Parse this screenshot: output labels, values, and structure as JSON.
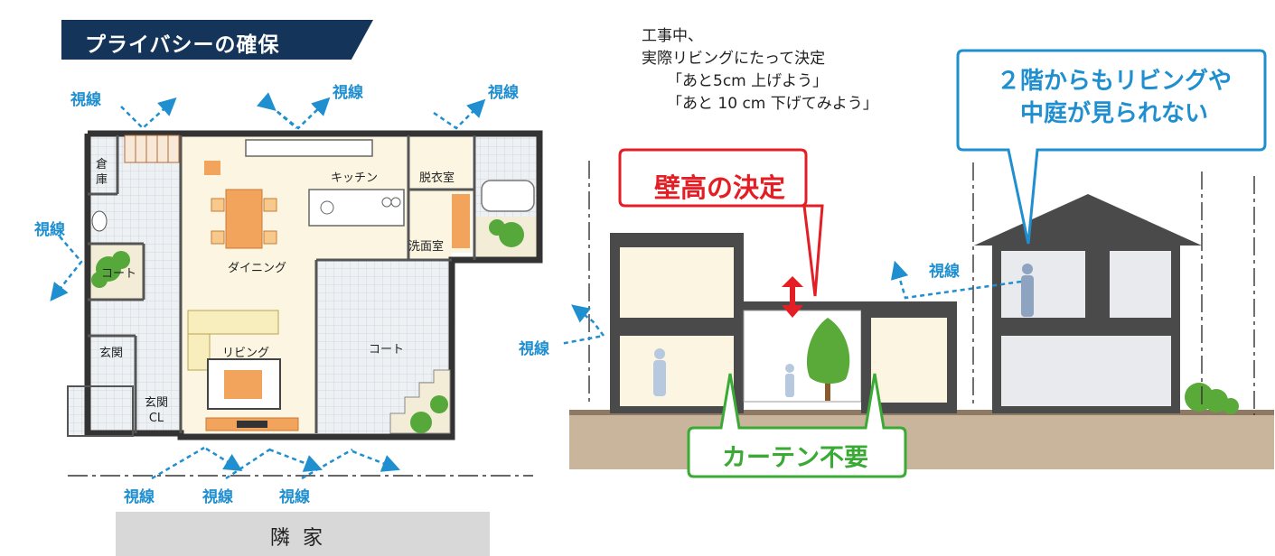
{
  "title": "プライバシーの確保",
  "floor_plan": {
    "sight_label": "視線",
    "rooms": {
      "storage": "倉庫",
      "kitchen": "キッチン",
      "dressing": "脱衣室",
      "washroom": "洗面室",
      "court_small": "コート",
      "dining": "ダイニング",
      "entrance": "玄関",
      "living": "リビング",
      "court_main": "コート",
      "entrance_cl_line1": "玄関",
      "entrance_cl_line2": "CL"
    },
    "neighbor": "隣家"
  },
  "section": {
    "handwritten_note": [
      "工事中、",
      "実際リビングにたって決定",
      "「あと5cm 上げよう」",
      "「あと 10 cm 下げてみよう」"
    ],
    "callout_wall_height": "壁高の決定",
    "callout_no_curtain": "カーテン不要",
    "callout_privacy": [
      "２階からもリビングや",
      "中庭が見られない"
    ],
    "sight_label": "視線"
  },
  "colors": {
    "banner": "#14345a",
    "sight": "#1f8fd0",
    "red": "#e31e24",
    "green": "#3aaa35",
    "wall": "#4a4a4a",
    "interior": "#fbf5e2",
    "ground": "#c9b59b"
  }
}
